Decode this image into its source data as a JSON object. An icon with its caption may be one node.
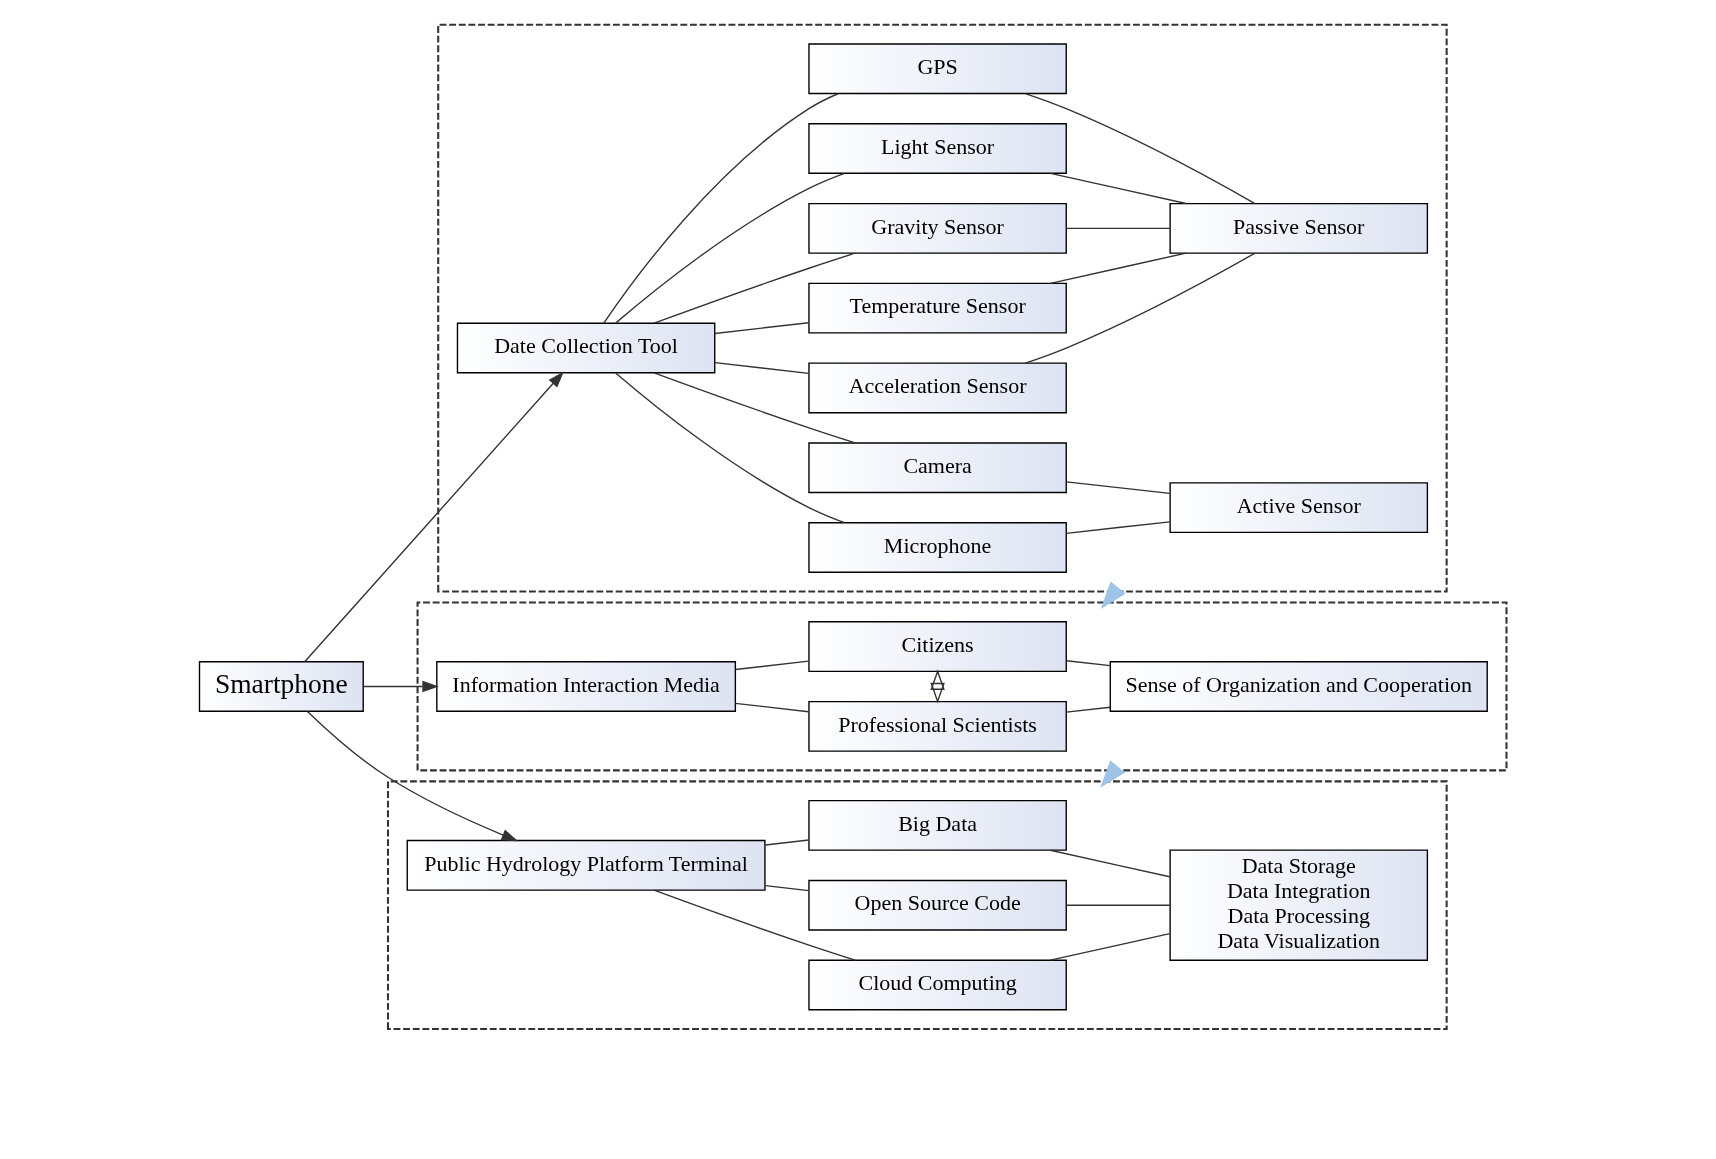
{
  "diagram": {
    "nodes": [
      {
        "text": [
          "Smartphone"
        ]
      },
      {
        "text": [],
        "shape": "box"
      },
      {
        "text": [
          "Date Collection Tool"
        ],
        "in": 1
      },
      {
        "text": [
          "GPS"
        ],
        "in": 1
      },
      {
        "text": [
          "Light Sensor"
        ],
        "in": 1
      },
      {
        "text": [
          "Gravity Sensor"
        ],
        "in": 1
      },
      {
        "text": [
          "Temperature Sensor"
        ],
        "in": 1
      },
      {
        "text": [
          "Acceleration Sensor"
        ],
        "in": 1
      },
      {
        "text": [
          "Camera"
        ],
        "in": 1
      },
      {
        "text": [
          "Microphone"
        ],
        "in": 1
      },
      {
        "text": [
          "Passive Sensor"
        ],
        "in": 1
      },
      {
        "text": [
          "Active Sensor"
        ],
        "in": 1
      },
      {
        "text": [],
        "shape": "box"
      },
      {
        "text": [
          "Information Interaction Media"
        ],
        "in": 12
      },
      {
        "text": [
          "Citizens"
        ],
        "in": 12
      },
      {
        "text": [
          "Professional Scientists"
        ],
        "in": 12
      },
      {
        "text": [
          "Sense of Organization and Cooperation"
        ],
        "in": 12
      },
      {
        "text": [],
        "shape": "box"
      },
      {
        "text": [
          "Public Hydrology Platform Terminal"
        ],
        "in": 17
      },
      {
        "text": [
          "Big Data"
        ],
        "in": 17
      },
      {
        "text": [
          "Open Source Code"
        ],
        "in": 17
      },
      {
        "text": [
          "Cloud Computing"
        ],
        "in": 17
      },
      {
        "text": [
          "Data Storage",
          "Data Integration",
          "Data Processing",
          "Data Visualization"
        ],
        "in": 17
      }
    ],
    "edges": [
      {
        "from": 0,
        "to": 2,
        "arrow": "to"
      },
      {
        "from": 0,
        "to": 13,
        "arrow": "to"
      },
      {
        "from": 0,
        "to": 18,
        "arrow": "to"
      },
      {
        "from": 2,
        "to": 3,
        "arrow": "none"
      },
      {
        "from": 2,
        "to": 4,
        "arrow": "none"
      },
      {
        "from": 2,
        "to": 5,
        "arrow": "none"
      },
      {
        "from": 2,
        "to": 6,
        "arrow": "none"
      },
      {
        "from": 2,
        "to": 7,
        "arrow": "none"
      },
      {
        "from": 2,
        "to": 8,
        "arrow": "none"
      },
      {
        "from": 2,
        "to": 9,
        "arrow": "none"
      },
      {
        "from": 3,
        "to": 10,
        "arrow": "none"
      },
      {
        "from": 4,
        "to": 10,
        "arrow": "none"
      },
      {
        "from": 5,
        "to": 10,
        "arrow": "none"
      },
      {
        "from": 6,
        "to": 10,
        "arrow": "none"
      },
      {
        "from": 7,
        "to": 10,
        "arrow": "none"
      },
      {
        "from": 8,
        "to": 11,
        "arrow": "none"
      },
      {
        "from": 9,
        "to": 11,
        "arrow": "none"
      },
      {
        "from": 1,
        "to": 12,
        "arrow": "to",
        "style": "thick",
        "color": "#9dc3e6"
      },
      {
        "from": 13,
        "to": 14,
        "arrow": "none"
      },
      {
        "from": 13,
        "to": 15,
        "arrow": "none"
      },
      {
        "from": 14,
        "to": 15,
        "arrow": "both",
        "style": "dashed"
      },
      {
        "from": 14,
        "to": 16,
        "arrow": "none"
      },
      {
        "from": 15,
        "to": 16,
        "arrow": "none"
      },
      {
        "from": 12,
        "to": 17,
        "arrow": "to",
        "style": "thick",
        "color": "#9dc3e6"
      },
      {
        "from": 18,
        "to": 19,
        "arrow": "none"
      },
      {
        "from": 18,
        "to": 20,
        "arrow": "none"
      },
      {
        "from": 18,
        "to": 21,
        "arrow": "none"
      },
      {
        "from": 19,
        "to": 22,
        "arrow": "none"
      },
      {
        "from": 20,
        "to": 22,
        "arrow": "none"
      },
      {
        "from": 21,
        "to": 22,
        "arrow": "none"
      }
    ]
  }
}
